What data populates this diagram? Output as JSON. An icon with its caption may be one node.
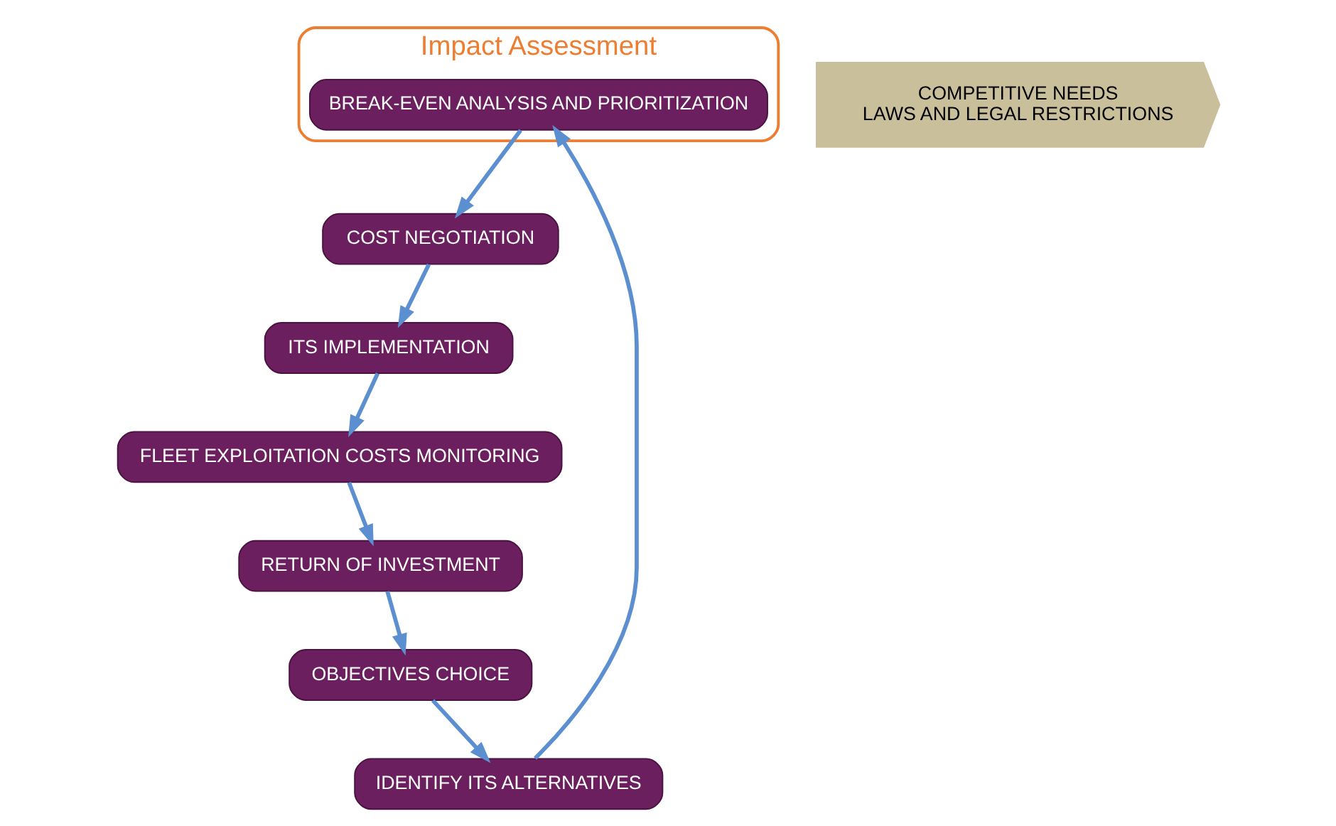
{
  "diagram": {
    "nodes": [
      {
        "text": [
          "Impact Assessment"
        ]
      },
      {
        "text": [
          "BREAK-EVEN ANALYSIS AND PRIORITIZATION"
        ],
        "in": 0
      },
      {
        "text": [
          "COST NEGOTIATION"
        ]
      },
      {
        "text": [
          "ITS IMPLEMENTATION"
        ]
      },
      {
        "text": [
          "FLEET EXPLOITATION COSTS MONITORING"
        ]
      },
      {
        "text": [
          "RETURN OF INVESTMENT"
        ]
      },
      {
        "text": [
          "OBJECTIVES CHOICE"
        ]
      },
      {
        "text": [
          "IDENTIFY ITS ALTERNATIVES"
        ]
      },
      {
        "text": [
          "COMPETITIVE NEEDS",
          "LAWS AND LEGAL RESTRICTIONS"
        ]
      }
    ],
    "edges": [
      {
        "from": 7,
        "to": 1,
        "arrow": "to"
      },
      {
        "from": 1,
        "to": 2,
        "arrow": "to"
      },
      {
        "from": 2,
        "to": 3,
        "arrow": "to"
      },
      {
        "from": 3,
        "to": 4,
        "arrow": "to"
      },
      {
        "from": 4,
        "to": 5,
        "arrow": "to"
      },
      {
        "from": 5,
        "to": 6,
        "arrow": "to"
      },
      {
        "from": 6,
        "to": 7,
        "arrow": "to"
      }
    ]
  }
}
